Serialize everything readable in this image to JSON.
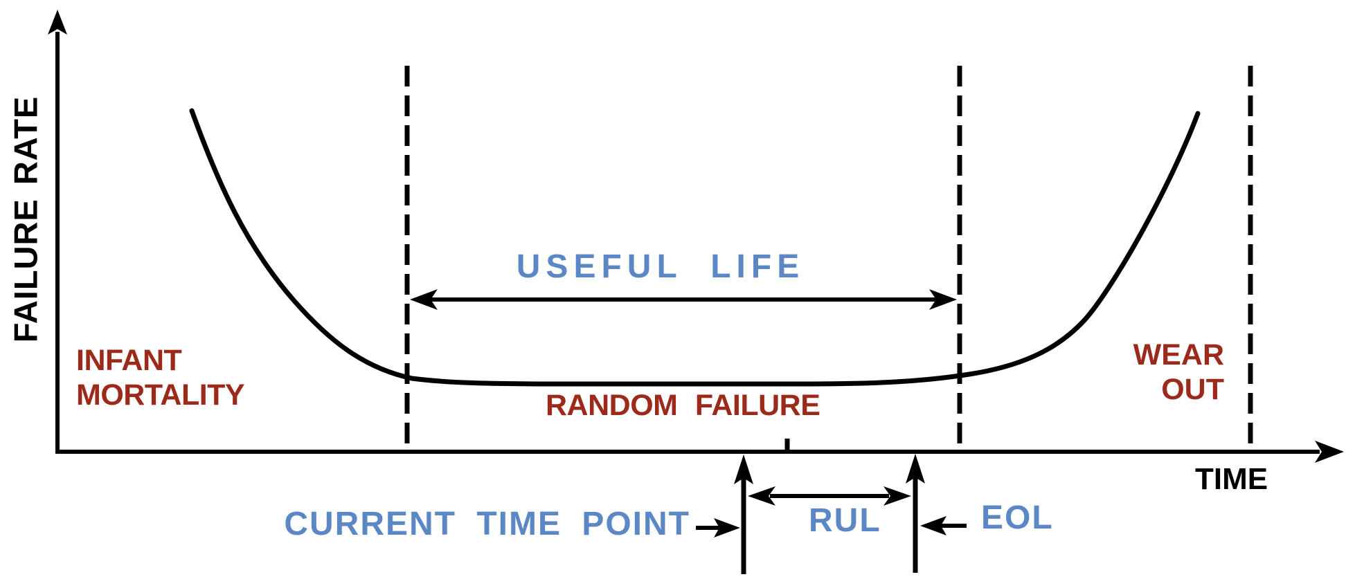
{
  "colors": {
    "region_label": "#9B2A1A",
    "annotation_label": "#5B87C4",
    "line": "#000000",
    "background": "#FFFFFF"
  },
  "axes": {
    "y_label": "FAILURE RATE",
    "x_label": "TIME"
  },
  "region_labels": {
    "infant_mortality": [
      "INFANT",
      "MORTALITY"
    ],
    "random_failure": "RANDOM FAILURE",
    "wear_out": [
      "WEAR",
      "OUT"
    ]
  },
  "life_annotations": {
    "useful_life": "USEFUL LIFE",
    "current_time_point": "CURRENT TIME POINT",
    "rul": "RUL",
    "eol": "EOL"
  },
  "chart_data": {
    "type": "line",
    "title": "Bathtub curve of failure rate over time",
    "xlabel": "TIME",
    "ylabel": "FAILURE RATE",
    "axis_numeric_labels": false,
    "grid": false,
    "series": [
      {
        "name": "failure rate",
        "shape": "bathtub",
        "phases": [
          "INFANT MORTALITY",
          "RANDOM FAILURE",
          "WEAR OUT"
        ],
        "phase_boundaries": "three vertical dashed lines separate the phases",
        "annotations": [
          "USEFUL LIFE span arrow",
          "CURRENT TIME POINT marker",
          "RUL span arrow",
          "EOL marker"
        ]
      }
    ]
  }
}
